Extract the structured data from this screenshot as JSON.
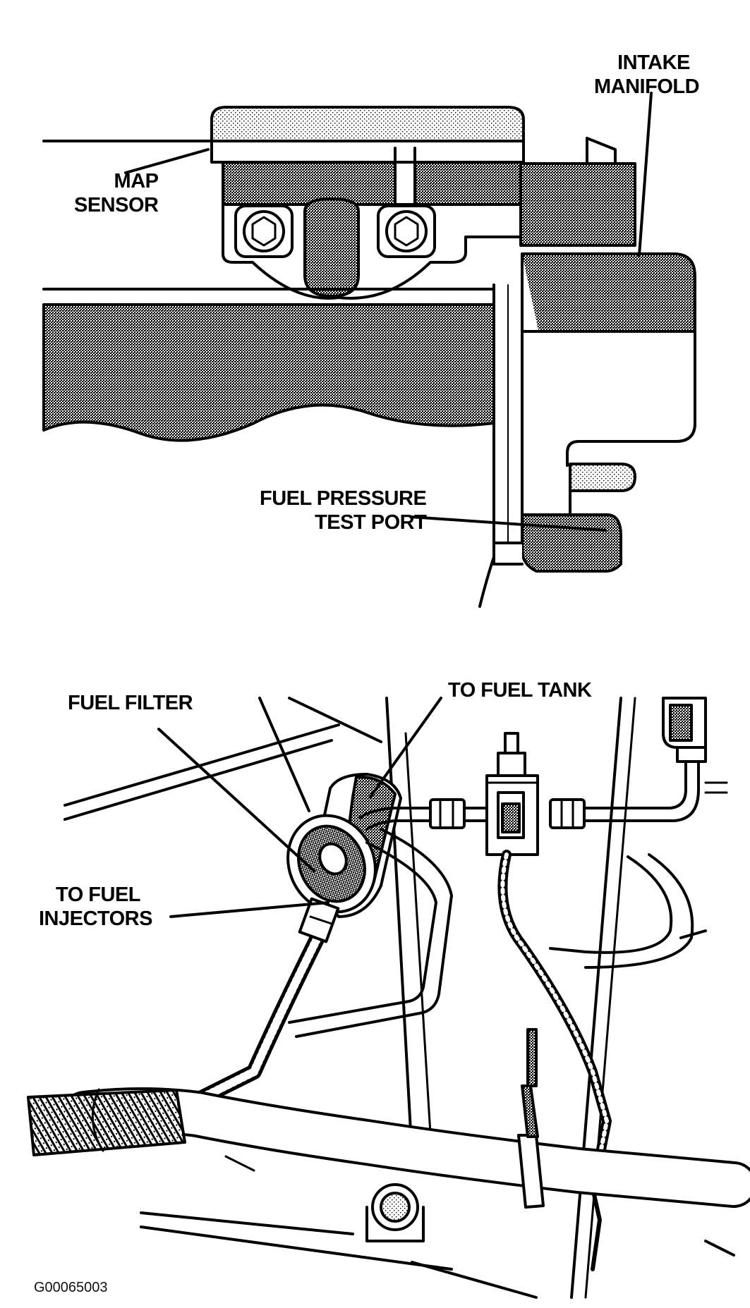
{
  "figure_id": "G00065003",
  "top_view": {
    "labels": {
      "intake_manifold": [
        "INTAKE",
        "MANIFOLD"
      ],
      "map_sensor": [
        "MAP",
        "SENSOR"
      ],
      "fuel_pressure_test_port": [
        "FUEL PRESSURE",
        "TEST PORT"
      ]
    }
  },
  "bottom_view": {
    "labels": {
      "fuel_filter": [
        "FUEL FILTER"
      ],
      "to_fuel_tank": [
        "TO FUEL TANK"
      ],
      "to_fuel_injectors": [
        "TO FUEL",
        "INJECTORS"
      ]
    }
  },
  "colors": {
    "ink": "#000000",
    "paper": "#ffffff",
    "shade": "#8a8a8a"
  }
}
